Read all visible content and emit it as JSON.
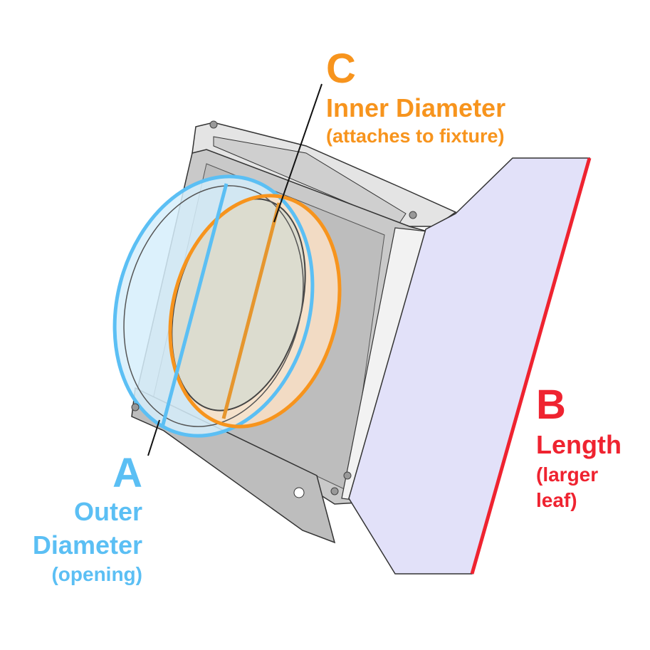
{
  "colors": {
    "outer": "#5bbff4",
    "inner": "#f7941d",
    "length": "#ef2330",
    "leaf": "#e2e1f9",
    "housing": "#c8c8c8"
  },
  "labels": {
    "c": {
      "letter": "C",
      "title": "Inner Diameter",
      "subtitle": "(attaches to fixture)"
    },
    "b": {
      "letter": "B",
      "title": "Length",
      "subtitle_line1": "(larger",
      "subtitle_line2": "leaf)"
    },
    "a": {
      "letter": "A",
      "title_line1": "Outer",
      "title_line2": "Diameter",
      "subtitle": "(opening)"
    }
  }
}
